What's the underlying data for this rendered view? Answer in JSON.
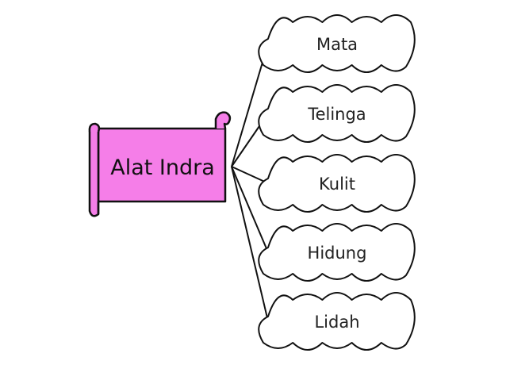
{
  "root": {
    "label": "Alat Indra",
    "fill": "#f57ee8"
  },
  "branches": [
    {
      "label": "Mata"
    },
    {
      "label": "Telinga"
    },
    {
      "label": "Kulit"
    },
    {
      "label": "Hidung"
    },
    {
      "label": "Lidah"
    }
  ],
  "colors": {
    "line": "#111111",
    "cloud_fill": "#ffffff",
    "text": "#222222"
  }
}
